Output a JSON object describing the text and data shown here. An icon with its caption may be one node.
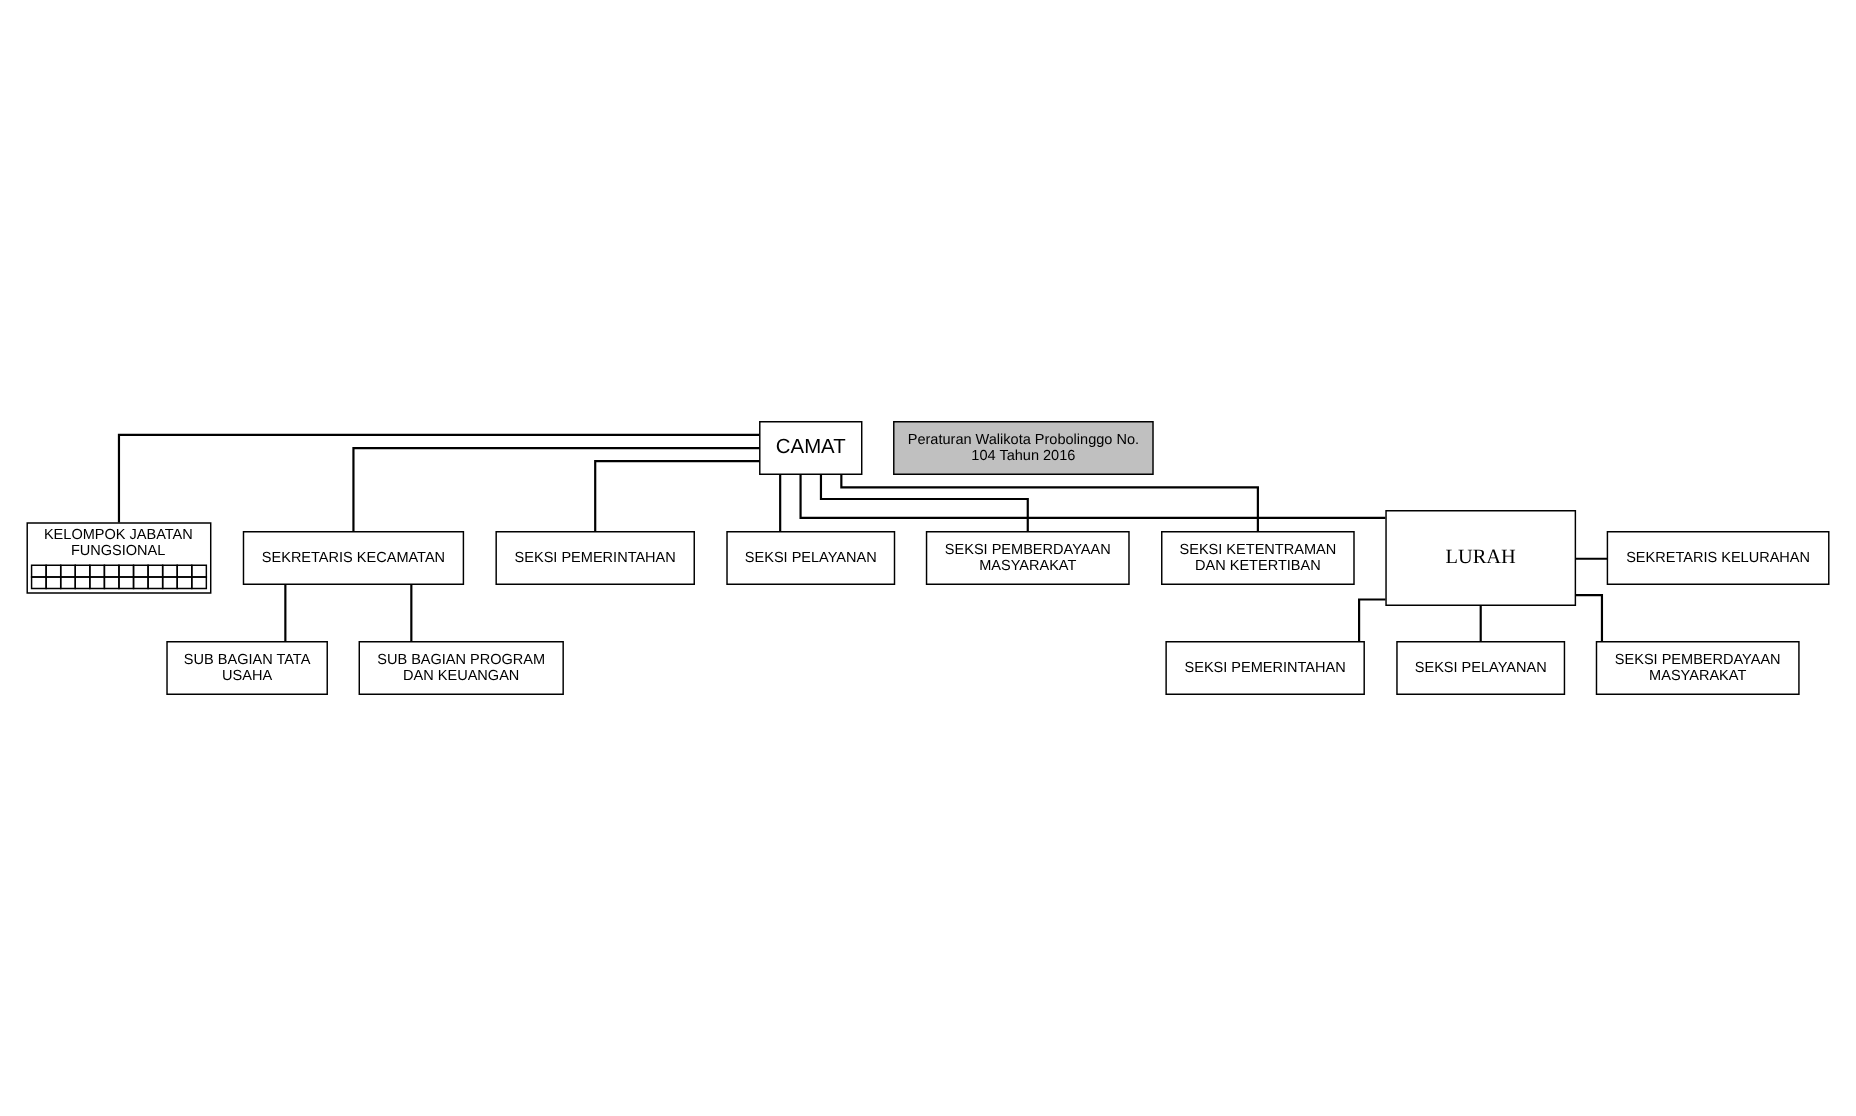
{
  "diagram": {
    "nodes": [
      {
        "text": [
          "CAMAT"
        ]
      },
      {
        "text": [
          "Peraturan Walikota Probolinggo No. 104 Tahun 2016"
        ]
      },
      {
        "text": [
          "KELOMPOK JABATAN FUNGSIONAL"
        ]
      },
      {
        "text": [
          "SEKRETARIS KECAMATAN"
        ]
      },
      {
        "text": [
          "SUB BAGIAN TATA USAHA"
        ]
      },
      {
        "text": [
          "SUB BAGIAN PROGRAM DAN KEUANGAN"
        ]
      },
      {
        "text": [
          "SEKSI PEMERINTAHAN"
        ]
      },
      {
        "text": [
          "SEKSI PELAYANAN"
        ]
      },
      {
        "text": [
          "SEKSI PEMBERDAYAAN MASYARAKAT"
        ]
      },
      {
        "text": [
          "SEKSI KETENTRAMAN DAN KETERTIBAN"
        ]
      },
      {
        "text": [
          "LURAH"
        ]
      },
      {
        "text": [
          "SEKRETARIS KELURAHAN"
        ]
      },
      {
        "text": [
          "SEKSI PEMERINTAHAN"
        ]
      },
      {
        "text": [
          "SEKSI PELAYANAN"
        ]
      },
      {
        "text": [
          "SEKSI PEMBERDAYAAN MASYARAKAT"
        ]
      }
    ],
    "edges": [
      {
        "from": 0,
        "to": 2,
        "arrow": "none"
      },
      {
        "from": 0,
        "to": 3,
        "arrow": "none"
      },
      {
        "from": 3,
        "to": 4,
        "arrow": "none"
      },
      {
        "from": 3,
        "to": 5,
        "arrow": "none"
      },
      {
        "from": 0,
        "to": 6,
        "arrow": "none"
      },
      {
        "from": 0,
        "to": 7,
        "arrow": "none"
      },
      {
        "from": 0,
        "to": 8,
        "arrow": "none"
      },
      {
        "from": 0,
        "to": 9,
        "arrow": "none"
      },
      {
        "from": 0,
        "to": 10,
        "arrow": "none"
      },
      {
        "from": 10,
        "to": 11,
        "arrow": "none"
      },
      {
        "from": 10,
        "to": 12,
        "arrow": "none"
      },
      {
        "from": 10,
        "to": 13,
        "arrow": "none"
      },
      {
        "from": 10,
        "to": 14,
        "arrow": "none"
      }
    ]
  }
}
